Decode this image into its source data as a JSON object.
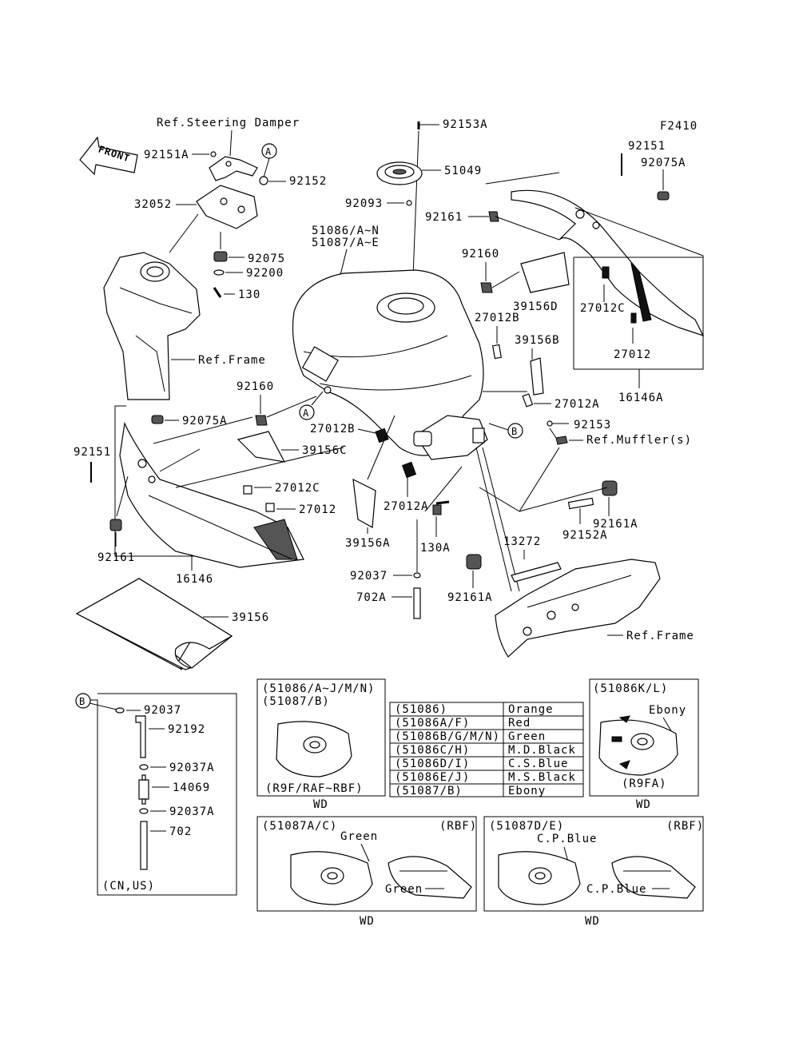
{
  "figure_code": "F2410",
  "front_label": "FRONT",
  "callouts": {
    "ref_steering": "Ref.Steering Damper",
    "p92151A": "92151A",
    "p92152": "92152",
    "p32052": "32052",
    "p92075": "92075",
    "p92200": "92200",
    "p130": "130",
    "ref_frame_1": "Ref.Frame",
    "p92153A": "92153A",
    "p51049": "51049",
    "p92093": "92093",
    "p51086": "51086/A~N",
    "p51087": "51087/A~E",
    "p92151_r": "92151",
    "p92075A_r": "92075A",
    "p92161_r": "92161",
    "p92160_r": "92160",
    "p39156D": "39156D",
    "p27012C_r": "27012C",
    "p27012_r": "27012",
    "p16146A": "16146A",
    "p27012B_r": "27012B",
    "p39156B": "39156B",
    "p27012A_r": "27012A",
    "p92160_l": "92160",
    "p92075A_l": "92075A",
    "p27012B_l": "27012B",
    "p92153": "92153",
    "ref_muffler": "Ref.Muffler(s)",
    "p92151_l": "92151",
    "p39156C": "39156C",
    "p27012C_l": "27012C",
    "p27012_l": "27012",
    "p27012A_l": "27012A",
    "p39156A": "39156A",
    "p92161_l": "92161",
    "p16146": "16146",
    "p130A": "130A",
    "p92037": "92037",
    "p702A": "702A",
    "p13272": "13272",
    "p92161A_1": "92161A",
    "p92152A": "92152A",
    "p92161A_2": "92161A",
    "ref_frame_2": "Ref.Frame",
    "p39156": "39156",
    "circle_A": "A",
    "circle_B": "B"
  },
  "hose_box": {
    "marker": "B",
    "parts": [
      "92037",
      "92192",
      "92037A",
      "14069",
      "92037A",
      "702"
    ],
    "region": "(CN,US)"
  },
  "variant_wd_1": {
    "title1": "(51086/A~J/M/N)",
    "title2": "(51087/B)",
    "footer": "(R9F/RAF~RBF)",
    "caption": "WD"
  },
  "color_table": {
    "rows": [
      [
        "(51086)",
        "Orange"
      ],
      [
        "(51086A/F)",
        "Red"
      ],
      [
        "(51086B/G/M/N)",
        "Green"
      ],
      [
        "(51086C/H)",
        "M.D.Black"
      ],
      [
        "(51086D/I)",
        "C.S.Blue"
      ],
      [
        "(51086E/J)",
        "M.S.Black"
      ],
      [
        "(51087/B)",
        "Ebony"
      ]
    ]
  },
  "variant_wd_2": {
    "title": "(51086K/L)",
    "color": "Ebony",
    "footer": "(R9FA)",
    "caption": "WD"
  },
  "variant_wd_3": {
    "title": "(51087A/C)",
    "region": "(RBF)",
    "color_top": "Green",
    "color_side": "Green",
    "caption": "WD"
  },
  "variant_wd_4": {
    "title": "(51087D/E)",
    "region": "(RBF)",
    "color_top": "C.P.Blue",
    "color_side": "C.P.Blue",
    "caption": "WD"
  }
}
